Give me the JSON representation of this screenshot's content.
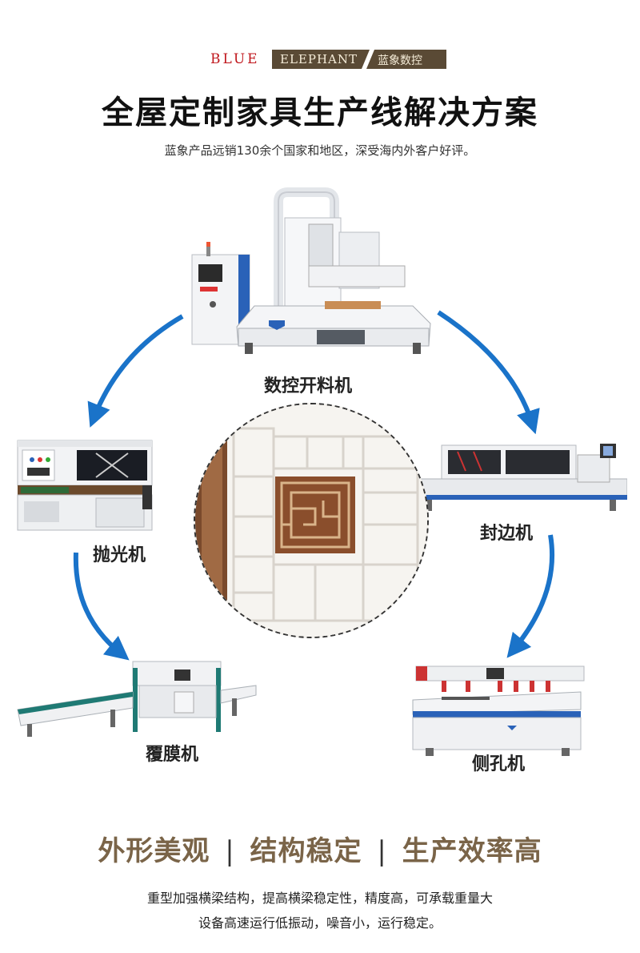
{
  "brand": {
    "blue": "BLUE",
    "elephant": "ELEPHANT",
    "cn": "蓝象数控",
    "colors": {
      "red": "#c0171d",
      "box": "#5a4a35",
      "gold": "#7a6448",
      "arrow": "#1a73c9"
    }
  },
  "title": "全屋定制家具生产线解决方案",
  "subtitle": "蓝象产品远销130余个国家和地区，深受海内外客户好评。",
  "machines": {
    "cnc": "数控开料机",
    "edge": "封边机",
    "side": "侧孔机",
    "film": "覆膜机",
    "polish": "抛光机"
  },
  "center_image": "cabinet-shelf-photo",
  "features": {
    "f1": "外形美观",
    "f2": "结构稳定",
    "f3": "生产效率高",
    "sep": "|"
  },
  "description": {
    "line1": "重型加强横梁结构，提高横梁稳定性，精度高，可承载重量大",
    "line2": "设备高速运行低振动，噪音小，运行稳定。"
  }
}
